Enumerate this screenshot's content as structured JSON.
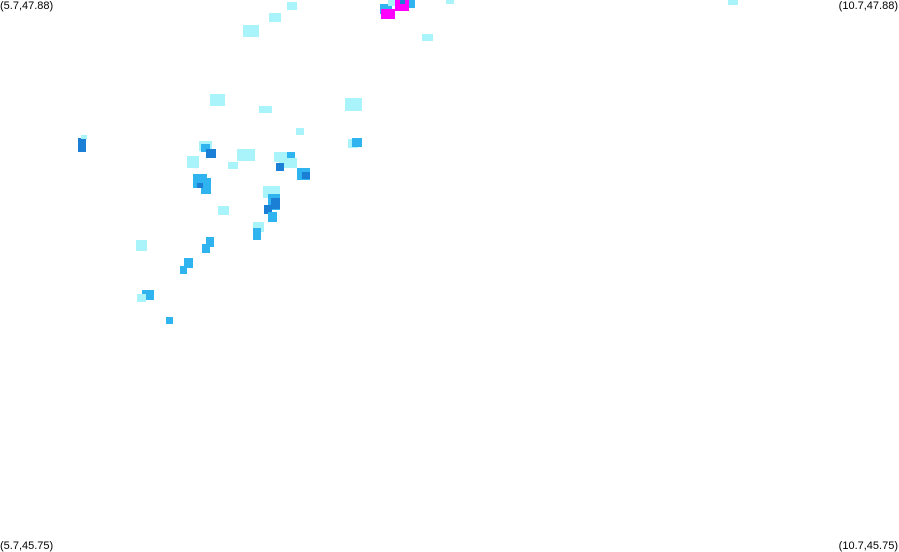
{
  "corners": {
    "top_left": "(5.7,47.88)",
    "top_right": "(10.7,47.88)",
    "bottom_left": "(5.7,45.75)",
    "bottom_right": "(10.7,45.75)"
  },
  "colors": {
    "background": "#ffffff",
    "light": "#a8f4fa",
    "medium": "#2fb4ef",
    "strong": "#1c7fd6",
    "extreme": "#ff00ff"
  }
}
